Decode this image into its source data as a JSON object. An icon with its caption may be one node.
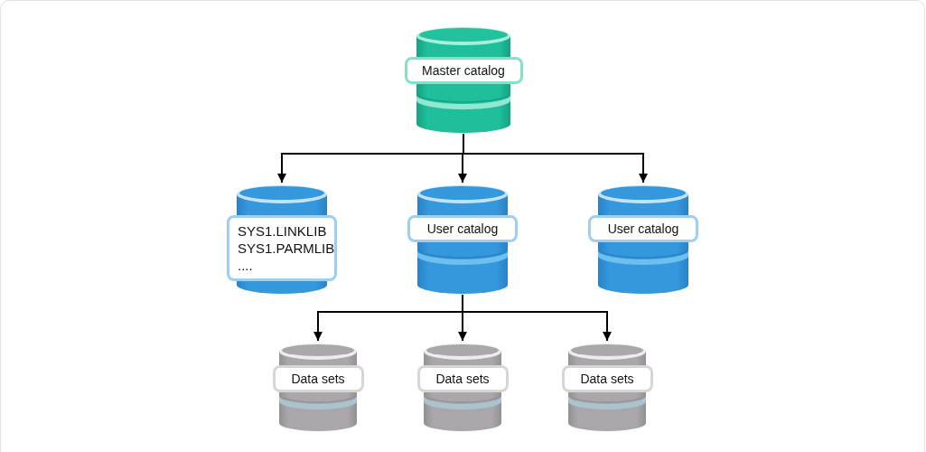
{
  "diagram": {
    "nodes": [
      {
        "text": [
          "Master catalog"
        ]
      },
      {
        "text": [
          "SYS1.LINKLIB",
          "SYS1.PARMLIB",
          "...."
        ]
      },
      {
        "text": [
          "User catalog"
        ]
      },
      {
        "text": [
          "User catalog"
        ]
      },
      {
        "text": [
          "Data sets"
        ]
      },
      {
        "text": [
          "Data sets"
        ]
      },
      {
        "text": [
          "Data sets"
        ]
      }
    ],
    "edges": [
      {
        "from": 0,
        "to": 1,
        "arrow": "to"
      },
      {
        "from": 0,
        "to": 2,
        "arrow": "to"
      },
      {
        "from": 0,
        "to": 3,
        "arrow": "to"
      },
      {
        "from": 2,
        "to": 4,
        "arrow": "to"
      },
      {
        "from": 2,
        "to": 5,
        "arrow": "to"
      },
      {
        "from": 2,
        "to": 6,
        "arrow": "to"
      }
    ]
  }
}
